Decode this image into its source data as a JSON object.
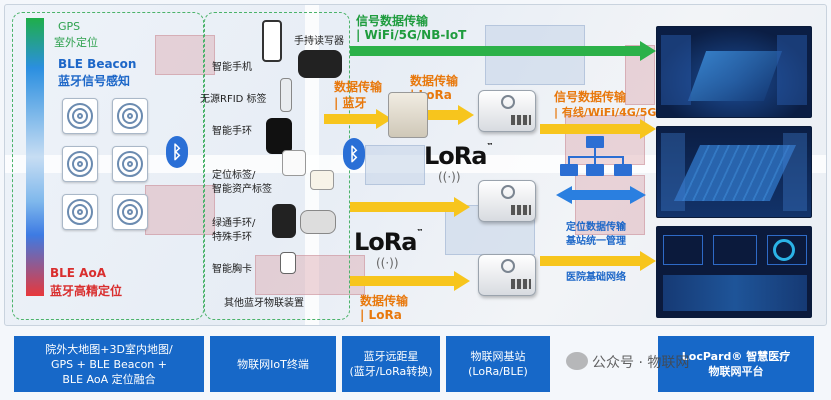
{
  "left": {
    "gps": "GPS",
    "outdoor": "室外定位",
    "beacon": "BLE Beacon",
    "beacon_sub": "蓝牙信号感知",
    "aoa": "BLE AoA",
    "aoa_sub": "蓝牙高精定位"
  },
  "devices": {
    "handheld_reader": "手持读写器",
    "smartphone": "智能手机",
    "rfid_tag": "无源RFID 标签",
    "smart_band": "智能手环",
    "tag_line1": "定位标签/",
    "tag_line2": "智能资产标签",
    "green_band_line1": "绿通手环/",
    "green_band_line2": "特殊手环",
    "badge": "智能胸卡",
    "other": "其他蓝牙物联装置"
  },
  "transmission": {
    "top_title": "信号数据传输",
    "top_sub": "| WiFi/5G/NB-IoT",
    "bt_title": "数据传输",
    "bt_sub": "| 蓝牙",
    "lora1_title": "数据传输",
    "lora1_sub": "| LoRa",
    "lora2_title": "数据传输",
    "lora2_sub": "| LoRa",
    "right_title": "信号数据传输",
    "right_sub": "| 有线/WiFi/4G/5G",
    "unified_line1": "定位数据传输",
    "unified_line2": "基站统一管理",
    "hospital_net": "医院基础网络"
  },
  "logos": {
    "lora_top": "LoRa",
    "lora_bottom": "LoRa",
    "tm": "™"
  },
  "bottom": {
    "box1_line1": "院外大地图+3D室内地图/",
    "box1_line2": "GPS + BLE Beacon +",
    "box1_line3": "BLE AoA 定位融合",
    "box2": "物联网IoT终端",
    "box3_line1": "蓝牙远距星",
    "box3_line2": "(蓝牙/LoRa转换)",
    "box4_line1": "物联网基站",
    "box4_line2": "(LoRa/BLE)",
    "box5_line1": "LocPard® 智慧医疗",
    "box5_line2": "物联网平台"
  },
  "watermark": "公众号 · 物联网",
  "colors": {
    "blue": "#1768c8",
    "green": "#2cb149",
    "yellow": "#f7c51d",
    "orange": "#e8780c",
    "red": "#d92e2e"
  }
}
